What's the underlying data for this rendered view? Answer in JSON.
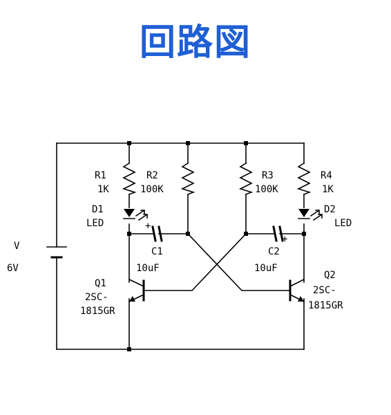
{
  "title": "回路図",
  "colors": {
    "title": "#1f5fd6",
    "wire": "#000000"
  },
  "battery": {
    "label": "V",
    "value": "6V"
  },
  "R1": {
    "name": "R1",
    "value": "1K"
  },
  "R2": {
    "name": "R2",
    "value": "100K"
  },
  "R3": {
    "name": "R3",
    "value": "100K"
  },
  "R4": {
    "name": "R4",
    "value": "1K"
  },
  "D1": {
    "name": "D1",
    "type": "LED"
  },
  "D2": {
    "name": "D2",
    "type": "LED"
  },
  "C1": {
    "name": "C1",
    "value": "10uF",
    "polarity": "+"
  },
  "C2": {
    "name": "C2",
    "value": "10uF",
    "polarity": "+"
  },
  "Q1": {
    "name": "Q1",
    "part1": "2SC-",
    "part2": "1815GR"
  },
  "Q2": {
    "name": "Q2",
    "part1": "2SC-",
    "part2": "1815GR"
  }
}
